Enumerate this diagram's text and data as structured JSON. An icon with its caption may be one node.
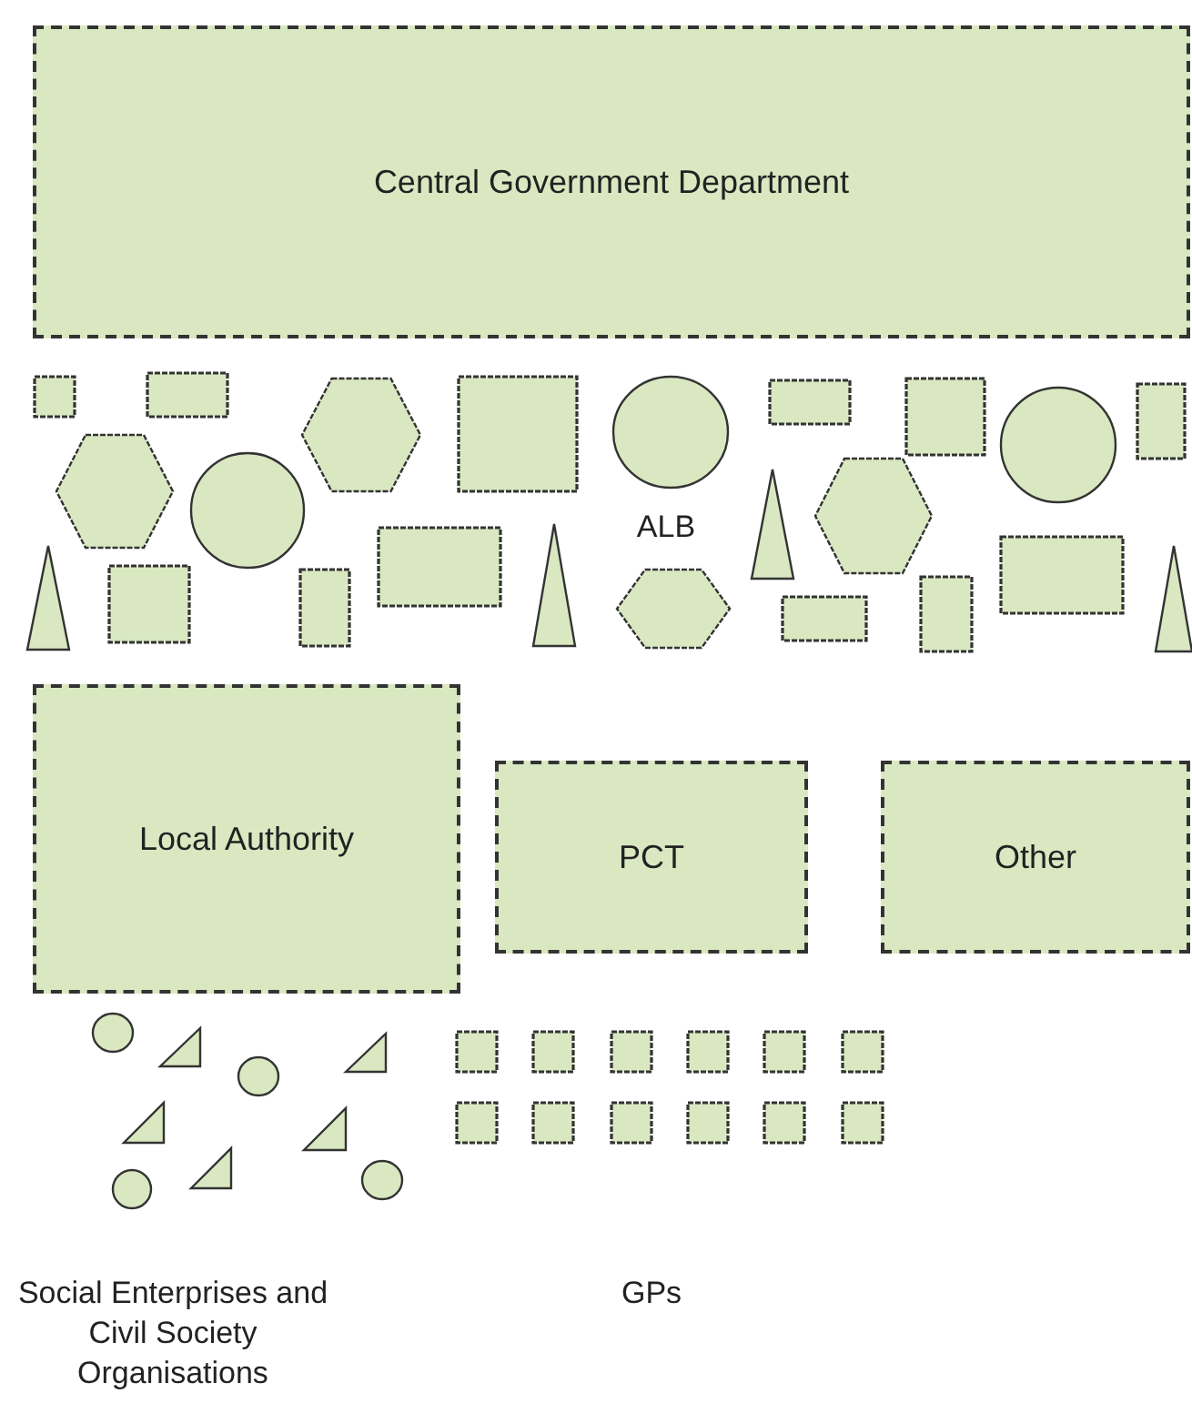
{
  "diagram": {
    "nodes": [
      {
        "text": [
          "Central Government Department"
        ]
      },
      {
        "text": [],
        "shape": "box"
      },
      {
        "text": [],
        "shape": "box"
      },
      {
        "text": [],
        "shape": "hexagon"
      },
      {
        "text": [],
        "shape": "box"
      },
      {
        "text": [],
        "shape": "circle"
      },
      {
        "text": [],
        "shape": "box"
      },
      {
        "text": [],
        "shape": "box"
      },
      {
        "text": [],
        "shape": "circle"
      },
      {
        "text": [],
        "shape": "box"
      },
      {
        "text": [],
        "shape": "hexagon"
      },
      {
        "text": [],
        "shape": "circle"
      },
      {
        "text": [],
        "shape": "triangle"
      },
      {
        "text": [],
        "shape": "box"
      },
      {
        "text": [],
        "shape": "box"
      },
      {
        "text": [],
        "shape": "box"
      },
      {
        "text": [],
        "shape": "triangle"
      },
      {
        "text": [],
        "shape": "hexagon"
      },
      {
        "text": [],
        "shape": "triangle"
      },
      {
        "text": [],
        "shape": "hexagon"
      },
      {
        "text": [],
        "shape": "box"
      },
      {
        "text": [],
        "shape": "box"
      },
      {
        "text": [],
        "shape": "box"
      },
      {
        "text": [],
        "shape": "triangle"
      },
      {
        "text": [
          "Local Authority"
        ]
      },
      {
        "text": [
          "PCT"
        ]
      },
      {
        "text": [
          "Other"
        ]
      },
      {
        "text": [],
        "shape": "circle"
      },
      {
        "text": [],
        "shape": "triangle"
      },
      {
        "text": [],
        "shape": "circle"
      },
      {
        "text": [],
        "shape": "triangle"
      },
      {
        "text": [],
        "shape": "triangle"
      },
      {
        "text": [],
        "shape": "triangle"
      },
      {
        "text": [],
        "shape": "triangle"
      },
      {
        "text": [],
        "shape": "circle"
      },
      {
        "text": [],
        "shape": "circle"
      },
      {
        "text": [],
        "shape": "box"
      },
      {
        "text": [],
        "shape": "box"
      },
      {
        "text": [],
        "shape": "box"
      },
      {
        "text": [],
        "shape": "box"
      },
      {
        "text": [],
        "shape": "box"
      },
      {
        "text": [],
        "shape": "box"
      },
      {
        "text": [],
        "shape": "box"
      },
      {
        "text": [],
        "shape": "box"
      },
      {
        "text": [],
        "shape": "box"
      },
      {
        "text": [],
        "shape": "box"
      },
      {
        "text": [],
        "shape": "box"
      },
      {
        "text": [],
        "shape": "box"
      }
    ],
    "labels": [
      "ALB",
      "Social Enterprises and Civil Society Organisations",
      "GPs"
    ]
  }
}
